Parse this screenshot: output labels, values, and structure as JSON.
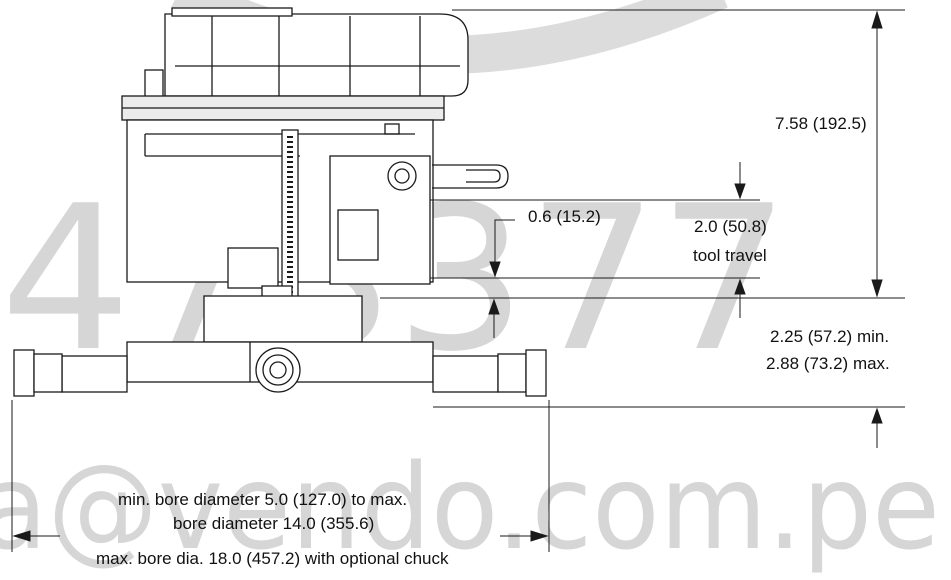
{
  "watermark": {
    "number": "473377",
    "email": "a@vendo.com.pe",
    "color": "#d6d6d6"
  },
  "colors": {
    "line": "#1a1a1a",
    "background": "#ffffff"
  },
  "dimensions": {
    "height": "7.58 (192.5)",
    "stroke": "0.6 (15.2)",
    "tool_travel_value": "2.0 (50.8)",
    "tool_travel_label": "tool travel",
    "clearance_min": "2.25 (57.2) min.",
    "clearance_max": "2.88 (73.2) max.",
    "bore_line1": "min. bore diameter 5.0 (127.0) to max.",
    "bore_line2": "bore diameter 14.0 (355.6)",
    "max_bore": "max. bore dia. 18.0 (457.2) with optional chuck"
  }
}
